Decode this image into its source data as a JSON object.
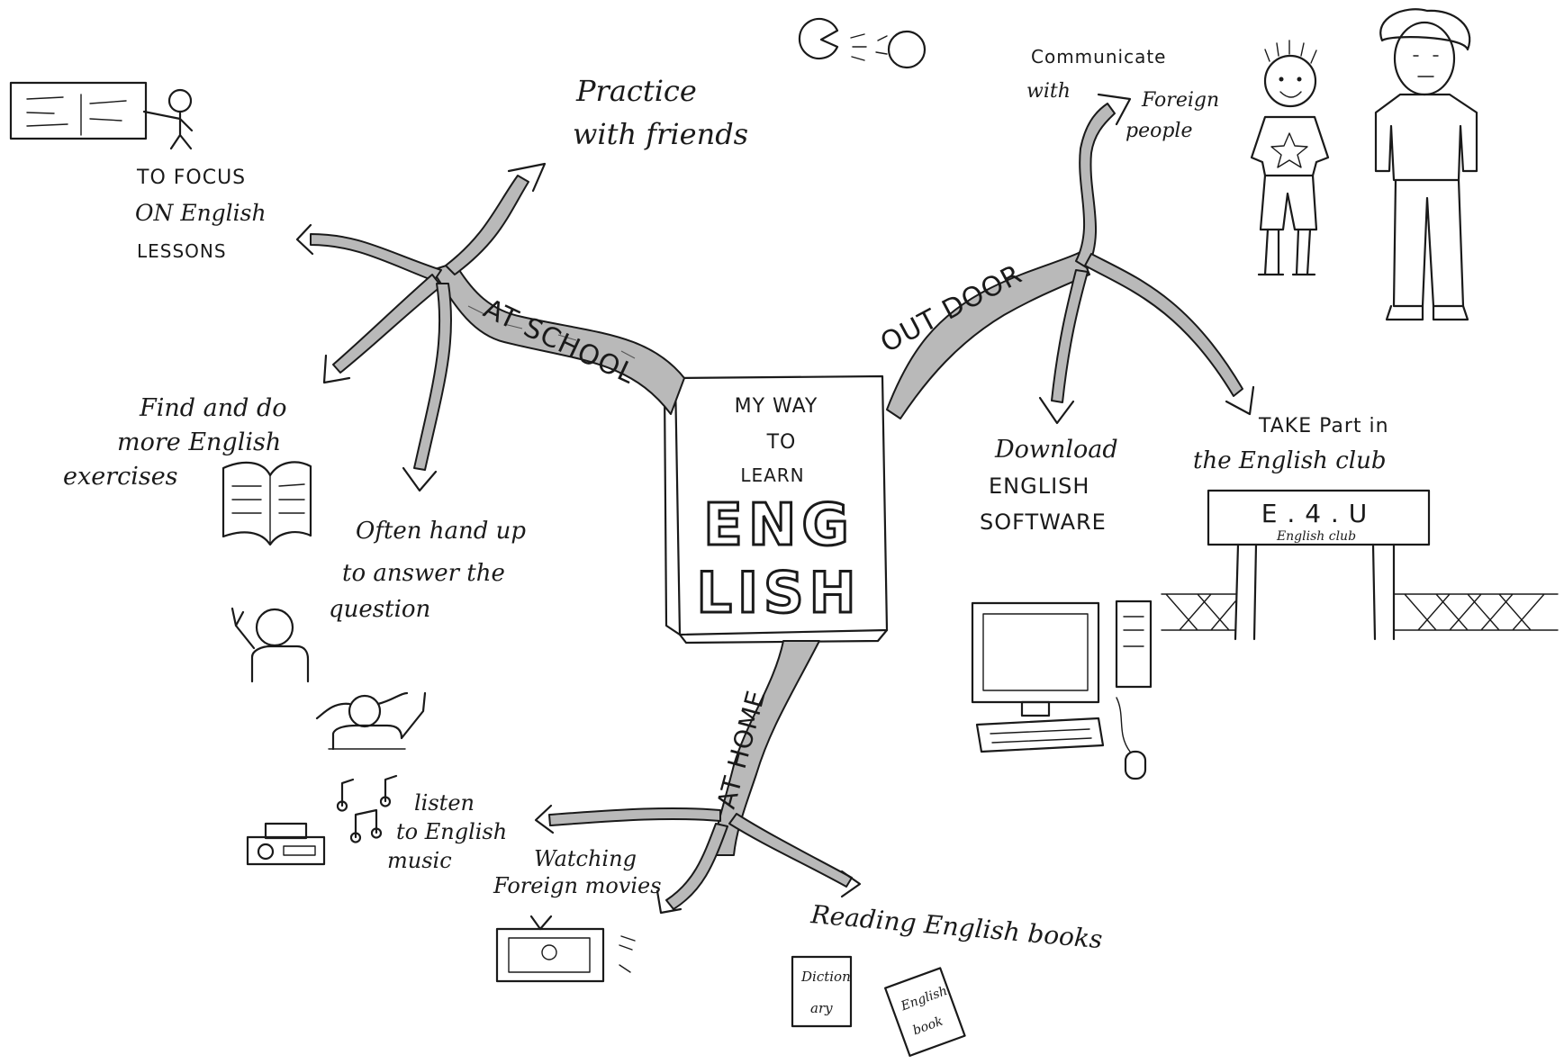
{
  "center": {
    "line1": "MY WAY",
    "line2": "TO",
    "line3": "LEARN",
    "word_top": "ENG",
    "word_bottom": "LISH"
  },
  "branches": {
    "school": "AT SCHOOL",
    "outdoor": "OUT DOOR",
    "home": "AT HOME"
  },
  "school_items": {
    "focus": [
      "TO FOCUS",
      "ON English",
      "LESSONS"
    ],
    "practice": [
      "Practice",
      "with friends"
    ],
    "exercises": [
      "Find and do",
      "more English",
      "exercises"
    ],
    "hands": [
      "Often hand up",
      "to answer the",
      "question"
    ]
  },
  "outdoor_items": {
    "communicate": [
      "Communicate",
      "with",
      "Foreign",
      "people"
    ],
    "software": [
      "Download",
      "ENGLISH",
      "SOFTWARE"
    ],
    "club": [
      "TAKE Part in",
      "the English club"
    ],
    "club_sign": "E . 4 . U",
    "club_sign_sub": "English club"
  },
  "home_items": {
    "music": [
      "listen",
      "to English",
      "music"
    ],
    "movies": [
      "Watching",
      "Foreign movies"
    ],
    "books": "Reading English books",
    "book1": [
      "Diction",
      "ary"
    ],
    "book2": [
      "English",
      "book"
    ]
  },
  "colors": {
    "ink": "#1a1a1a",
    "ribbon": "#b9b9b9",
    "paper": "#ffffff"
  }
}
